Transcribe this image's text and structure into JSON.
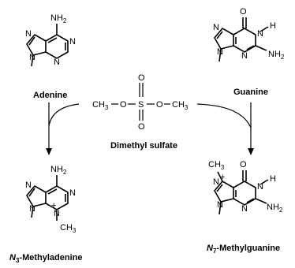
{
  "reagent": {
    "methyl_left": "CH",
    "methyl_left_sub": "3",
    "methyl_right": "CH",
    "methyl_right_sub": "3",
    "oxygen": "O",
    "sulfur": "S",
    "name": "Dimethyl sulfate"
  },
  "adenine": {
    "name": "Adenine",
    "amine": "NH",
    "amine_sub": "2",
    "nitrogen": "N"
  },
  "guanine": {
    "name": "Guanine",
    "amine": "NH",
    "amine_sub": "2",
    "nitrogen": "N",
    "hydrogen": "H",
    "oxygen": "O"
  },
  "product_adenine": {
    "name_prefix": "N",
    "name_sub": "3",
    "name_suffix": "-Methyladenine",
    "amine": "NH",
    "amine_sub": "2",
    "methyl": "CH",
    "methyl_sub": "3",
    "charge": "+",
    "nitrogen": "N"
  },
  "product_guanine": {
    "name_prefix": "N",
    "name_sub": "7",
    "name_suffix": "-Methylguanine",
    "amine": "NH",
    "amine_sub": "2",
    "methyl": "CH",
    "methyl_sub": "3",
    "charge": "+",
    "nitrogen": "N",
    "hydrogen": "H",
    "oxygen": "O"
  }
}
